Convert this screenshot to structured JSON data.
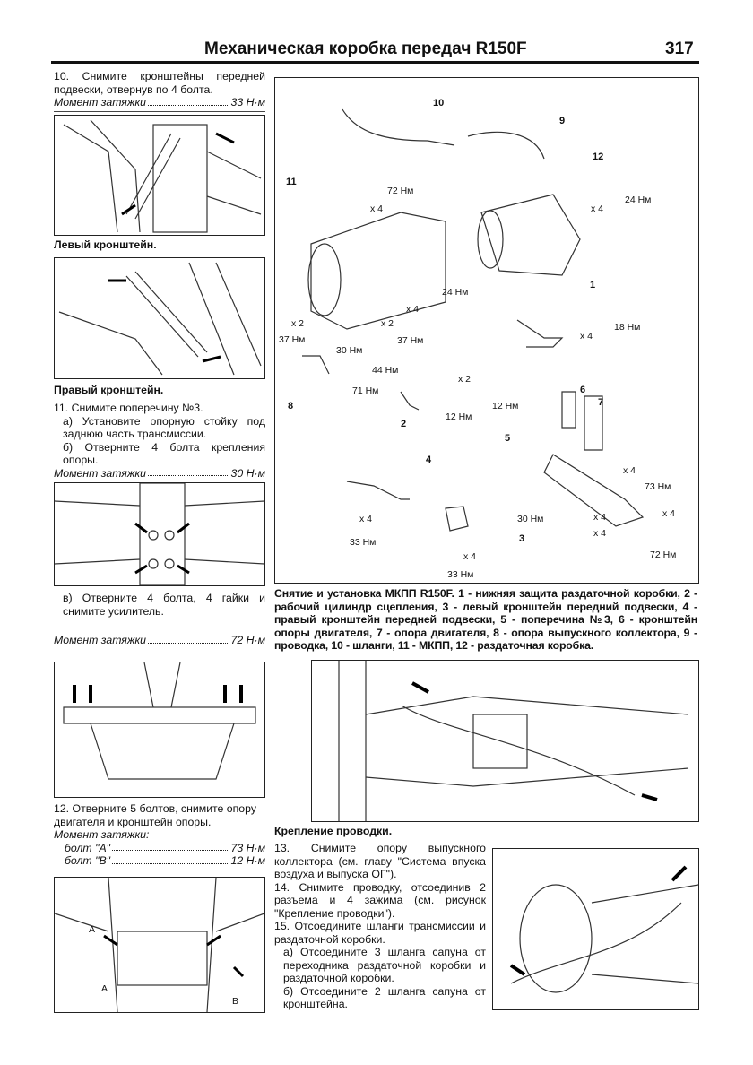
{
  "header": {
    "title": "Механическая коробка передач R150F",
    "page_number": "317"
  },
  "left": {
    "step10": "10. Снимите кронштейны передней подвески, отвернув по 4 болта.",
    "torque10": {
      "label": "Момент затяжки",
      "value": "33 Н·м"
    },
    "fig1_caption": "Левый кронштейн.",
    "fig2_caption": "Правый кронштейн.",
    "step11": "11. Снимите поперечину №3.",
    "step11a": "а) Установите опорную стойку под заднюю часть трансмиссии.",
    "step11b": "б) Отверните 4 болта крепления опоры.",
    "torque11": {
      "label": "Момент затяжки",
      "value": "30 Н·м"
    },
    "step11c": "в) Отверните 4 болта, 4 гайки и снимите усилитель.",
    "torque11c": {
      "label": "Момент затяжки",
      "value": "72 Н·м"
    },
    "step12": "12. Отверните 5 болтов, снимите опору двигателя и кронштейн опоры.",
    "torque12_label": "Момент затяжки:",
    "torque12": [
      {
        "label": "болт \"А\"",
        "value": "73 Н·м"
      },
      {
        "label": "болт \"В\"",
        "value": "12 Н·м"
      }
    ],
    "fig5_labels": [
      "A",
      "A",
      "B"
    ]
  },
  "right": {
    "main_fig": {
      "parts": [
        "1",
        "2",
        "3",
        "4",
        "5",
        "6",
        "7",
        "8",
        "9",
        "10",
        "11",
        "12"
      ],
      "torques": [
        "72 Нм",
        "24 Нм",
        "24 Нм",
        "37 Нм",
        "37 Нм",
        "18 Нм",
        "30 Нм",
        "44 Нм",
        "71 Нм",
        "12 Нм",
        "12 Нм",
        "73 Нм",
        "30 Нм",
        "33 Нм",
        "33 Нм",
        "72 Нм"
      ],
      "qty": [
        "x 4",
        "x 4",
        "x 2",
        "x 4",
        "x 2",
        "x 4",
        "x 2",
        "x 4",
        "x 4",
        "x 4",
        "x 4",
        "x 4",
        "x 4"
      ]
    },
    "main_caption": "Снятие и установка МКПП R150F. 1 - нижняя защита раздаточной коробки, 2 - рабочий цилиндр сцепления, 3 - левый кронштейн передний подвески, 4 - правый кронштейн передней подвески, 5 - поперечина №3, 6 - кронштейн опоры двигателя, 7 - опора двигателя, 8 - опора выпускного коллектора, 9 - проводка, 10 - шланги, 11 - МКПП, 12 - раздаточная коробка.",
    "wiring_caption": "Крепление проводки.",
    "step13": "13. Снимите опору выпускного коллектора (см. главу \"Система впуска воздуха и выпуска ОГ\").",
    "step14": "14. Снимите проводку, отсоединив 2 разъема и 4 зажима (см. рисунок \"Крепление проводки\").",
    "step15": "15. Отсоедините шланги трансмиссии и раздаточной коробки.",
    "step15a": "а) Отсоедините 3 шланга сапуна от переходника раздаточной коробки и раздаточной коробки.",
    "step15b": "б) Отсоедините 2 шланга сапуна от кронштейна."
  }
}
